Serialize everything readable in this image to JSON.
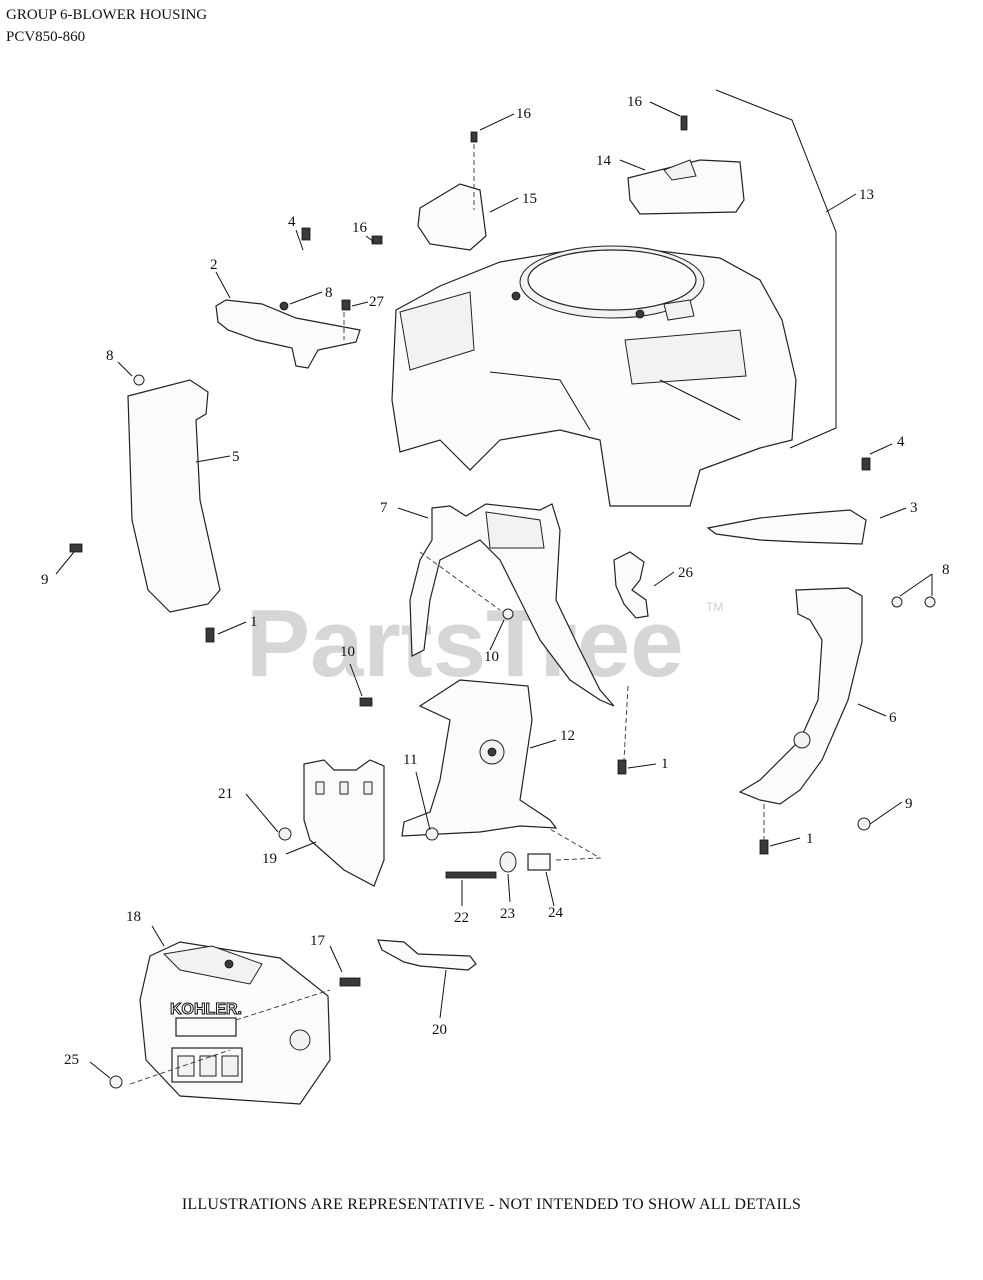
{
  "header": {
    "group_title": "GROUP 6-BLOWER HOUSING",
    "model": "PCV850-860"
  },
  "footer_note": "ILLUSTRATIONS ARE REPRESENTATIVE - NOT INTENDED TO SHOW ALL DETAILS",
  "watermark": {
    "text": "PartsTree",
    "trademark": "TM"
  },
  "cover_logo": "KOHLER.",
  "callouts": [
    "16",
    "16",
    "14",
    "13",
    "15",
    "4",
    "16",
    "2",
    "8",
    "27",
    "8",
    "5",
    "4",
    "3",
    "7",
    "26",
    "8",
    "9",
    "1",
    "10",
    "10",
    "6",
    "12",
    "11",
    "1",
    "21",
    "9",
    "19",
    "1",
    "22",
    "23",
    "24",
    "18",
    "17",
    "20",
    "25"
  ]
}
